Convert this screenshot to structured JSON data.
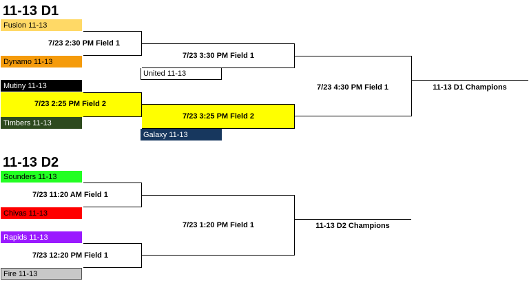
{
  "d1": {
    "title": "11-13 D1",
    "teams": {
      "fusion": "Fusion 11-13",
      "dynamo": "Dynamo 11-13",
      "mutiny": "Mutiny 11-13",
      "timbers": "Timbers 11-13",
      "united": "United 11-13",
      "galaxy": "Galaxy 11-13"
    },
    "games": {
      "g1": "7/23 2:30 PM Field 1",
      "g2": "7/23 2:25 PM Field 2",
      "g3": "7/23 3:30 PM Field 1",
      "g4": "7/23 3:25 PM Field 2",
      "final": "7/23 4:30 PM Field 1"
    },
    "champion_label": "11-13 D1 Champions"
  },
  "d2": {
    "title": "11-13 D2",
    "teams": {
      "sounders": "Sounders 11-13",
      "chivas": "Chivas 11-13",
      "rapids": "Rapids 11-13",
      "fire": "Fire 11-13"
    },
    "games": {
      "g1": "7/23 11:20 AM Field 1",
      "g2": "7/23 12:20 PM Field 1",
      "final": "7/23 1:20 PM Field 1"
    },
    "champion_label": "11-13 D2 Champions"
  },
  "colors": {
    "fusion": "#ffd966",
    "dynamo": "#f59b0b",
    "mutiny": "#000000",
    "timbers": "#2d4a1e",
    "galaxy": "#17375e",
    "highlight": "#ffff00",
    "sounders": "#22ff22",
    "chivas": "#ff0000",
    "rapids": "#9a1aff",
    "fire": "#c8c8c8"
  }
}
